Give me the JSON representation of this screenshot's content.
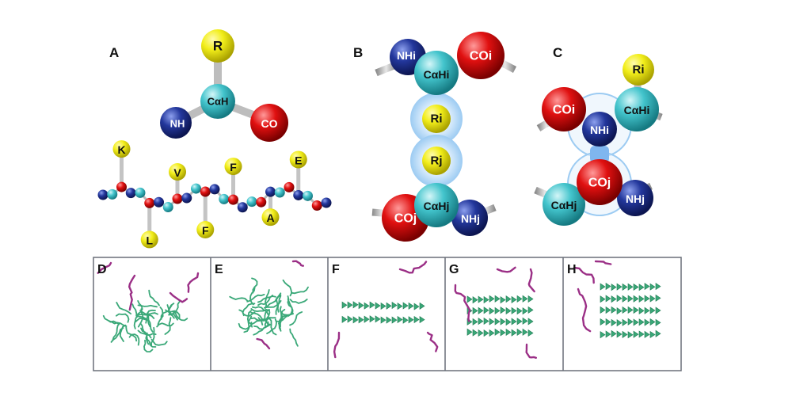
{
  "panel_labels": {
    "A": "A",
    "B": "B",
    "C": "C",
    "D": "D",
    "E": "E",
    "F": "F",
    "G": "G",
    "H": "H"
  },
  "panel_a": {
    "side_chain": "R",
    "alpha_carbon": "CαH",
    "amide": "NH",
    "carbonyl": "CO",
    "residues": [
      "K",
      "V",
      "F",
      "E",
      "L",
      "F",
      "A"
    ]
  },
  "panel_b": {
    "top_nh": "NHi",
    "top_ca": "CαHi",
    "top_co": "COi",
    "ri": "Ri",
    "rj": "Rj",
    "bottom_co": "COj",
    "bottom_ca": "CαHj",
    "bottom_nh": "NHj"
  },
  "panel_c": {
    "ri": "Ri",
    "co_i": "COi",
    "nh_i": "NHi",
    "ca_i": "CαHi",
    "ca_j": "CαHj",
    "co_j": "COj",
    "nh_j": "NHj"
  },
  "colors": {
    "side_chain": "#f2ee1a",
    "alpha_carbon": "#43c4cc",
    "amide": "#23379c",
    "carbonyl": "#e01010",
    "halo": "#9ccbf2",
    "strand": "#3aa878",
    "coil": "#9b2f86",
    "panel_border": "#6a6f78"
  }
}
